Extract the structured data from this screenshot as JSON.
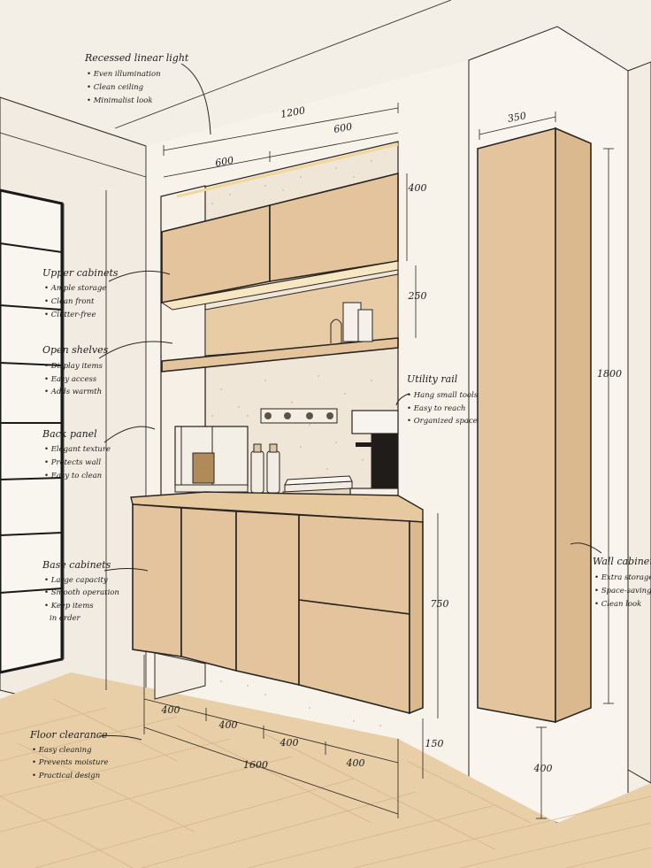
{
  "annotations": {
    "recessed_light": {
      "title": "Recessed linear light",
      "bullets": [
        "Even illumination",
        "Clean ceiling",
        "Minimalist look"
      ]
    },
    "upper_cabinets": {
      "title": "Upper cabinets",
      "bullets": [
        "Ample storage",
        "Clean front",
        "Clutter-free"
      ]
    },
    "open_shelves": {
      "title": "Open shelves",
      "bullets": [
        "Display items",
        "Easy access",
        "Adds warmth"
      ]
    },
    "back_panel": {
      "title": "Back panel",
      "bullets": [
        "Elegant texture",
        "Protects wall",
        "Easy to clean"
      ]
    },
    "base_cabinets": {
      "title": "Base cabinets",
      "bullets": [
        "Large capacity",
        "Smooth operation",
        "Keep items",
        "in order"
      ]
    },
    "floor_clearance": {
      "title": "Floor clearance",
      "bullets": [
        "Easy cleaning",
        "Prevents moisture",
        "Practical design"
      ]
    },
    "utility_rail": {
      "title": "Utility rail",
      "bullets": [
        "Hang small tools",
        "Easy to reach",
        "Organized space"
      ]
    },
    "wall_cabinet": {
      "title": "Wall cabinet",
      "bullets": [
        "Extra storage",
        "Space-saving",
        "Clean look"
      ]
    }
  },
  "dimensions": {
    "total_width_upper": "1200",
    "upper_left": "600",
    "upper_right": "600",
    "upper_height": "400",
    "shelf_gap": "250",
    "base_height": "750",
    "base_clearance": "150",
    "base_total": "1600",
    "base_seg_1": "400",
    "base_seg_2": "400",
    "base_seg_3": "400",
    "base_seg_4": "400",
    "tall_width": "350",
    "tall_height": "1800",
    "tall_clearance": "400"
  },
  "colors": {
    "background": "#f4efe6",
    "wood": "#e3c49c",
    "floor": "#e8cfa8",
    "outline": "#2a2420"
  }
}
